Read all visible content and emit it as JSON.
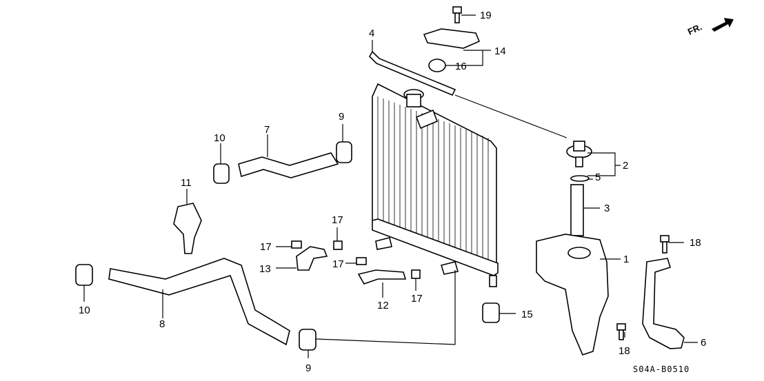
{
  "direction_indicator": "FR.",
  "diagram_code": "S04A-B0510",
  "callouts": {
    "c1": "1",
    "c2": "2",
    "c3": "3",
    "c4": "4",
    "c5": "5",
    "c6": "6",
    "c7": "7",
    "c8": "8",
    "c9a": "9",
    "c9b": "9",
    "c10a": "10",
    "c10b": "10",
    "c11": "11",
    "c12": "12",
    "c13": "13",
    "c14": "14",
    "c15": "15",
    "c16": "16",
    "c17a": "17",
    "c17b": "17",
    "c17c": "17",
    "c17d": "17",
    "c18a": "18",
    "c18b": "18",
    "c19": "19"
  }
}
